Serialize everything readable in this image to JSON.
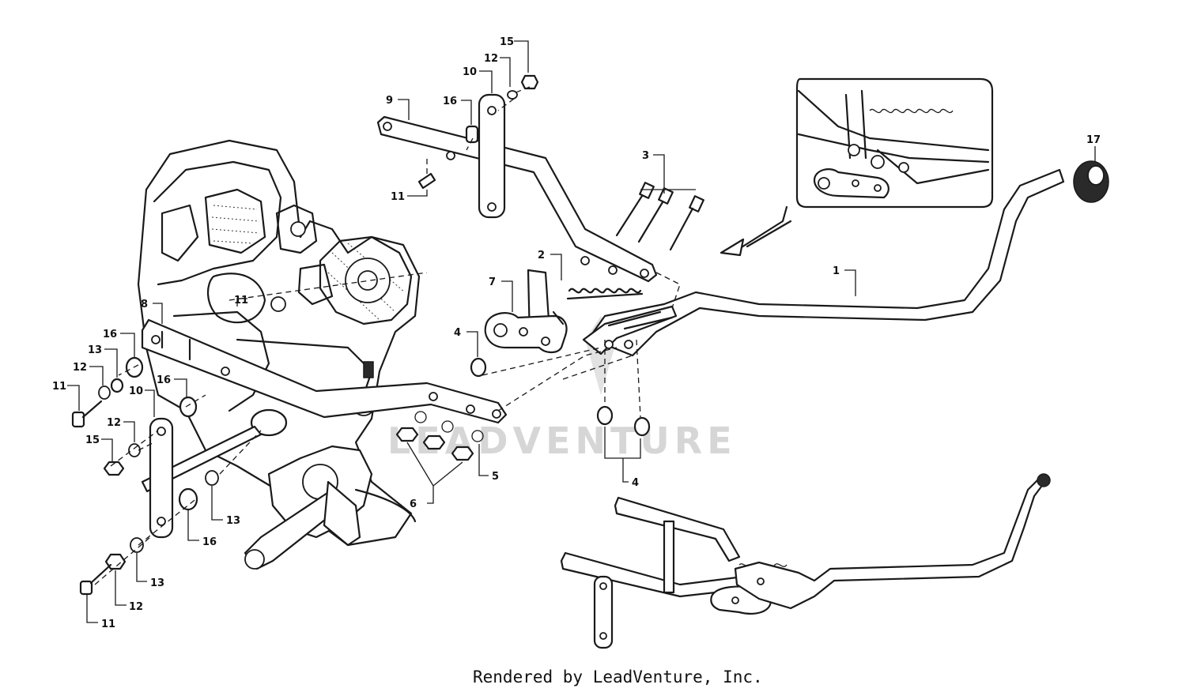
{
  "callouts": {
    "c1": "1",
    "c2": "2",
    "c3": "3",
    "c4a": "4",
    "c4b": "4",
    "c5": "5",
    "c6": "6",
    "c7": "7",
    "c8": "8",
    "c9": "9",
    "c10a": "10",
    "c10b": "10",
    "c11a": "11",
    "c11b": "11",
    "c11c": "11",
    "c11d": "11",
    "c12a": "12",
    "c12b": "12",
    "c12c": "12",
    "c12d": "12",
    "c13a": "13",
    "c13b": "13",
    "c13c": "13",
    "c15a": "15",
    "c15b": "15",
    "c16a": "16",
    "c16b": "16",
    "c16c": "16",
    "c16d": "16",
    "c17": "17"
  },
  "watermark": "LEADVENTURE",
  "credit": "Rendered by LeadVenture, Inc."
}
